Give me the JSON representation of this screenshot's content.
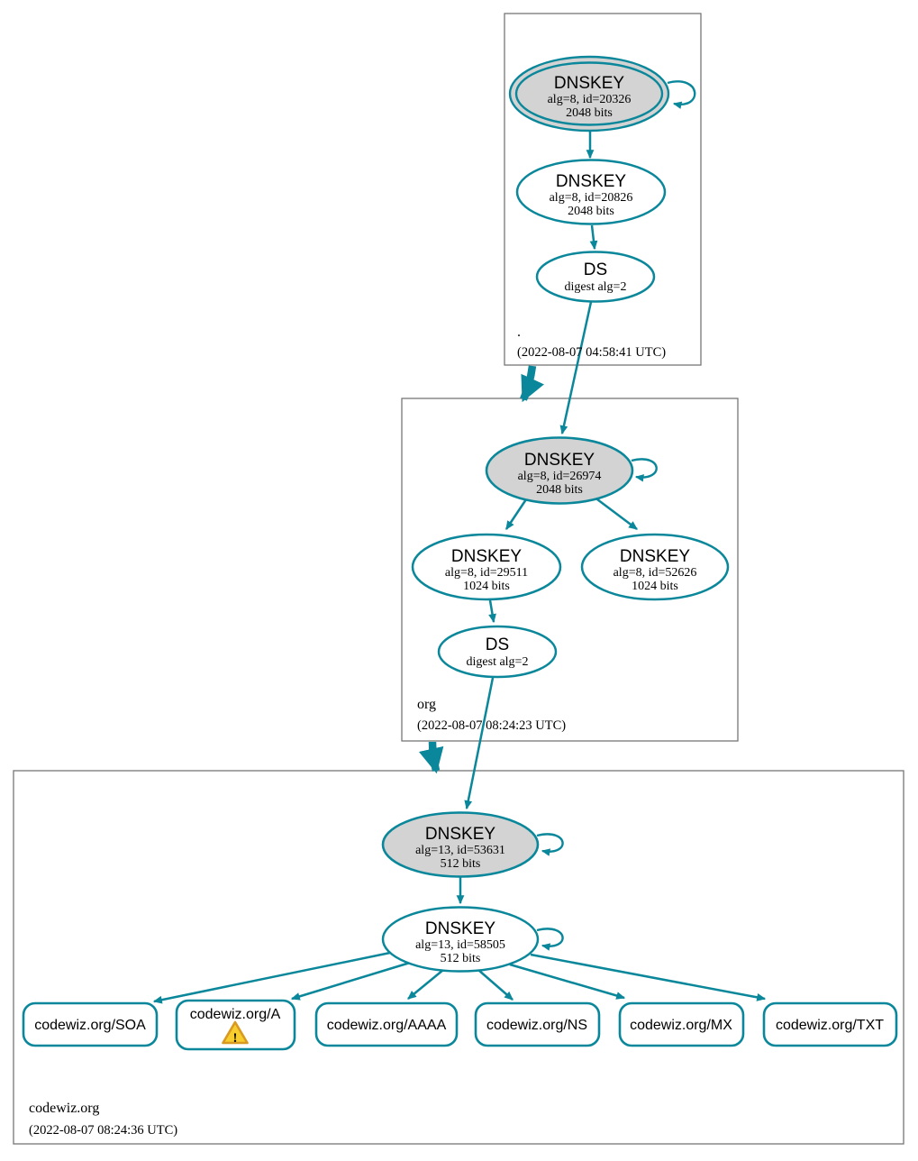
{
  "diagram": {
    "zones": {
      "root": {
        "label": ".",
        "timestamp": "(2022-08-07 04:58:41 UTC)"
      },
      "org": {
        "label": "org",
        "timestamp": "(2022-08-07 08:24:23 UTC)"
      },
      "codewiz": {
        "label": "codewiz.org",
        "timestamp": "(2022-08-07 08:24:36 UTC)"
      }
    },
    "nodes": {
      "root_ksk": {
        "type": "DNSKEY",
        "detail1": "alg=8, id=20326",
        "detail2": "2048 bits"
      },
      "root_zsk": {
        "type": "DNSKEY",
        "detail1": "alg=8, id=20826",
        "detail2": "2048 bits"
      },
      "root_ds": {
        "type": "DS",
        "detail1": "digest alg=2"
      },
      "org_ksk": {
        "type": "DNSKEY",
        "detail1": "alg=8, id=26974",
        "detail2": "2048 bits"
      },
      "org_zsk_29511": {
        "type": "DNSKEY",
        "detail1": "alg=8, id=29511",
        "detail2": "1024 bits"
      },
      "org_zsk_52626": {
        "type": "DNSKEY",
        "detail1": "alg=8, id=52626",
        "detail2": "1024 bits"
      },
      "org_ds": {
        "type": "DS",
        "detail1": "digest alg=2"
      },
      "codewiz_ksk": {
        "type": "DNSKEY",
        "detail1": "alg=13, id=53631",
        "detail2": "512 bits"
      },
      "codewiz_zsk": {
        "type": "DNSKEY",
        "detail1": "alg=13, id=58505",
        "detail2": "512 bits"
      }
    },
    "rrsets": {
      "soa": {
        "label": "codewiz.org/SOA"
      },
      "a": {
        "label": "codewiz.org/A",
        "warning_mark": "!"
      },
      "aaaa": {
        "label": "codewiz.org/AAAA"
      },
      "ns": {
        "label": "codewiz.org/NS"
      },
      "mx": {
        "label": "codewiz.org/MX"
      },
      "txt": {
        "label": "codewiz.org/TXT"
      }
    },
    "colors": {
      "secure_teal": "#0a879a",
      "ksk_fill": "#d3d3d3",
      "node_fill": "#ffffff",
      "zone_box_border": "#777777",
      "warning_fill": "#f8cd2e",
      "warning_border": "#d89a20"
    }
  }
}
